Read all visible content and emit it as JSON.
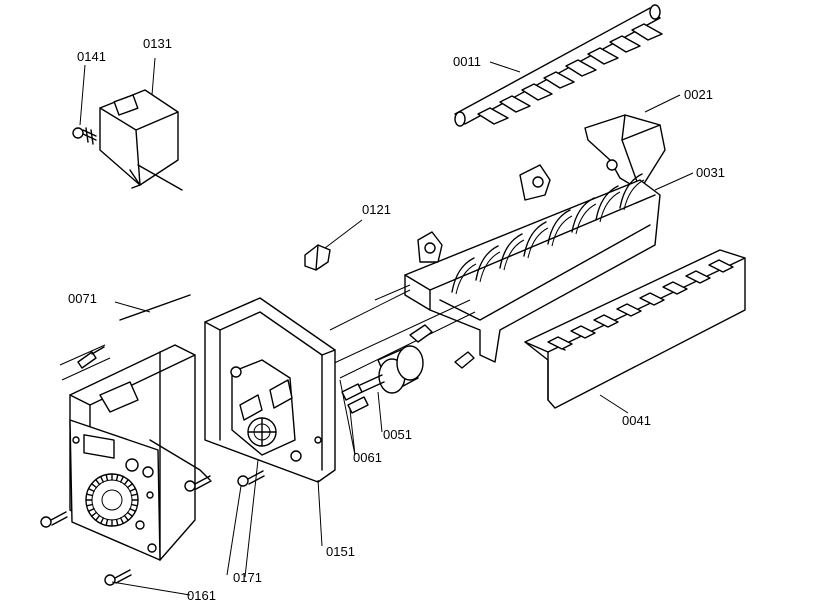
{
  "diagram": {
    "labels": {
      "p0011": "0011",
      "p0021": "0021",
      "p0031": "0031",
      "p0041": "0041",
      "p0051": "0051",
      "p0061": "0061",
      "p0071": "0071",
      "p0121": "0121",
      "p0131": "0131",
      "p0141": "0141",
      "p0151": "0151",
      "p0161": "0161",
      "p0171": "0171"
    }
  }
}
